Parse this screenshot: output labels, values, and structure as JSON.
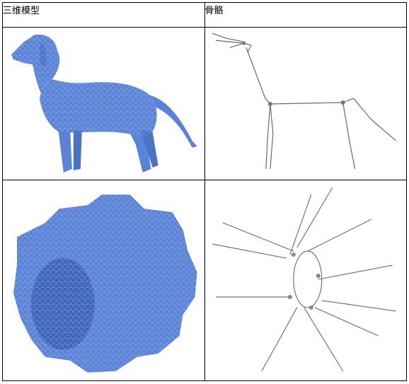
{
  "table": {
    "headers": [
      "三维模型",
      "骨骼"
    ],
    "rows": [
      {
        "model": "dog-mesh",
        "skeleton": "dog-skeleton"
      },
      {
        "model": "gear-mesh",
        "skeleton": "gear-skeleton"
      }
    ]
  },
  "colors": {
    "mesh_fill": "#5a82d6",
    "mesh_highlight": "#8fb0ee",
    "mesh_line": "#9fb8ee",
    "skeleton_line": "#6a6a6a",
    "border": "#000000"
  }
}
